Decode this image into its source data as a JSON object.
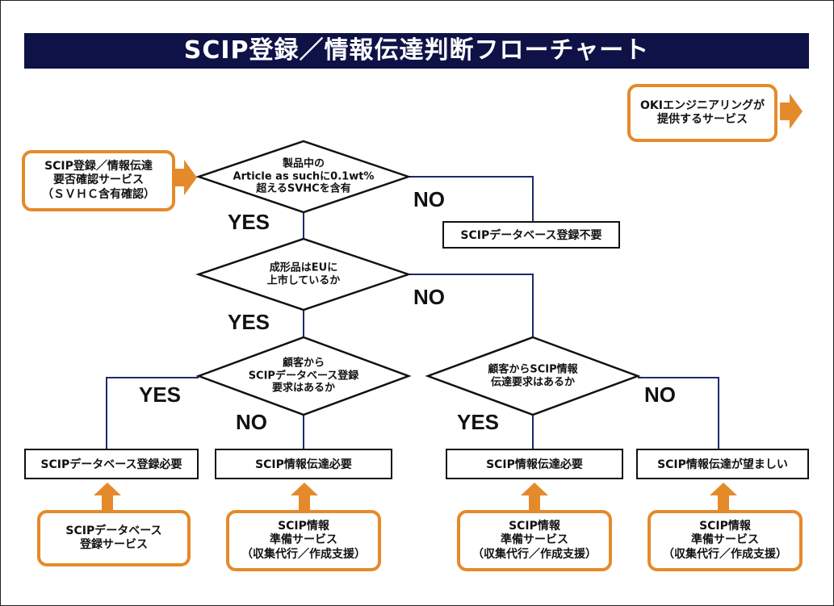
{
  "title": "SCIP登録／情報伝達判断フローチャート",
  "legend": {
    "text": "OKIエンジニアリングが\n提供するサービス"
  },
  "entry_service": {
    "text": "SCIP登録／情報伝達\n要否確認サービス\n（ＳＶＨＣ含有確認）"
  },
  "decisions": {
    "d1": "製品中の\nArticle as suchに0.1wt%\n超えるSVHCを含有",
    "d2": "成形品はEUに\n上市しているか",
    "d3": "顧客から\nSCIPデータベース登録\n要求はあるか",
    "d4": "顧客からSCIP情報\n伝達要求はあるか"
  },
  "outcomes": {
    "none": "SCIPデータベース登録不要",
    "db_required": "SCIPデータベース登録必要",
    "info_required_1": "SCIP情報伝達必要",
    "info_required_2": "SCIP情報伝達必要",
    "info_desirable": "SCIP情報伝達が望ましい"
  },
  "services": {
    "s1": "SCIPデータベース\n登録サービス",
    "s2": "SCIP情報\n準備サービス\n（収集代行／作成支援）",
    "s3": "SCIP情報\n準備サービス\n（収集代行／作成支援）",
    "s4": "SCIP情報\n準備サービス\n（収集代行／作成支援）"
  },
  "labels": {
    "yes1": "YES",
    "no1": "NO",
    "yes2": "YES",
    "no2": "NO",
    "yes3": "YES",
    "no3": "NO",
    "yes4": "YES",
    "no4": "NO"
  },
  "colors": {
    "title_bg": "#0f1246",
    "service_border": "#e58a2b",
    "arrow": "#e58a2b",
    "line": "#1f2a6b"
  }
}
